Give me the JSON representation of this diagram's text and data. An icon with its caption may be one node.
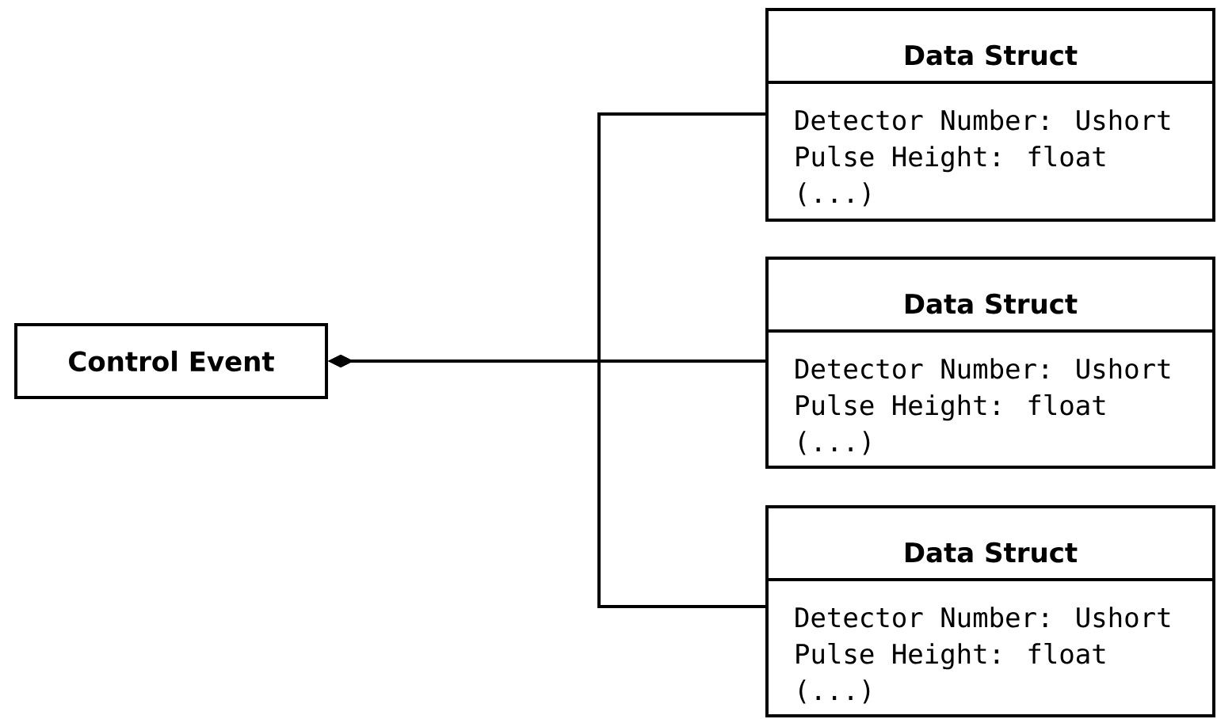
{
  "diagram": {
    "nodes": [
      {
        "text": [
          "Control Event"
        ]
      },
      {
        "text": [
          "Data Struct",
          "Detector Number: Ushort",
          "Pulse Height: float",
          "(...)"
        ]
      },
      {
        "text": [
          "Data Struct",
          "Detector Number: Ushort",
          "Pulse Height: float",
          "(...)"
        ]
      },
      {
        "text": [
          "Data Struct",
          "Detector Number: Ushort",
          "Pulse Height: float",
          "(...)"
        ]
      }
    ],
    "edges": [
      {
        "from": 1,
        "to": 0,
        "arrow": "other"
      },
      {
        "from": 2,
        "to": 0,
        "arrow": "other"
      },
      {
        "from": 3,
        "to": 0,
        "arrow": "other"
      }
    ]
  }
}
